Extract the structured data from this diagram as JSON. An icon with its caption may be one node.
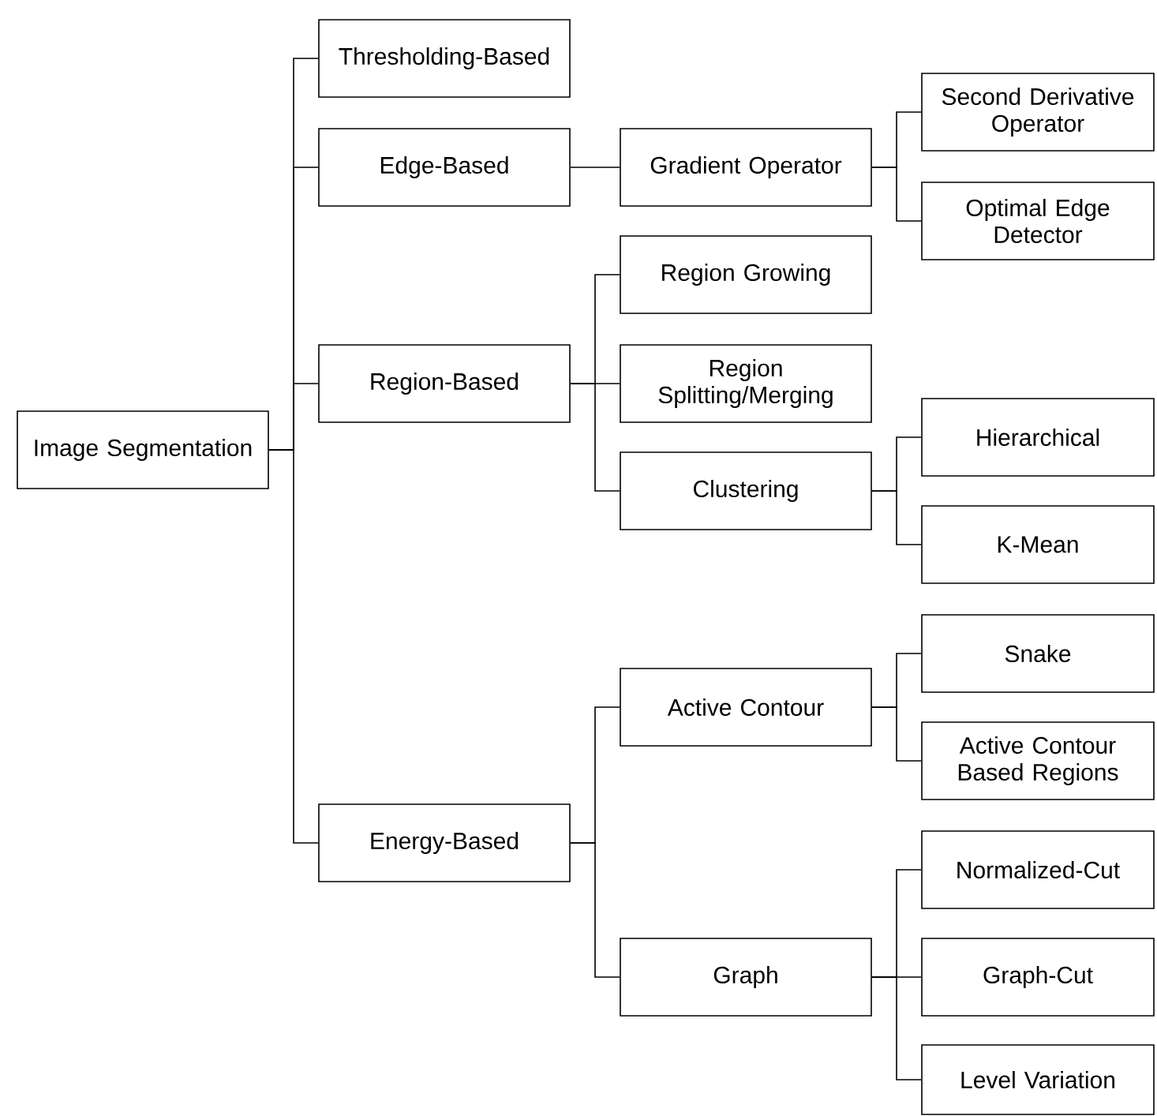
{
  "diagram": {
    "nodes": [
      {
        "text": [
          "Image Segmentation"
        ]
      },
      {
        "text": [
          "Thresholding-Based"
        ]
      },
      {
        "text": [
          "Edge-Based"
        ]
      },
      {
        "text": [
          "Gradient Operator"
        ]
      },
      {
        "text": [
          "Second Derivative Operator"
        ]
      },
      {
        "text": [
          "Optimal Edge Detector"
        ]
      },
      {
        "text": [
          "Region-Based"
        ]
      },
      {
        "text": [
          "Region Growing"
        ]
      },
      {
        "text": [
          "Region Splitting/Merging"
        ]
      },
      {
        "text": [
          "Clustering"
        ]
      },
      {
        "text": [
          "Hierarchical"
        ]
      },
      {
        "text": [
          "K-Mean"
        ]
      },
      {
        "text": [
          "Energy-Based"
        ]
      },
      {
        "text": [
          "Active Contour"
        ]
      },
      {
        "text": [
          "Snake"
        ]
      },
      {
        "text": [
          "Active Contour Based Regions"
        ]
      },
      {
        "text": [
          "Graph"
        ]
      },
      {
        "text": [
          "Normalized-Cut"
        ]
      },
      {
        "text": [
          "Graph-Cut"
        ]
      },
      {
        "text": [
          "Level Variation"
        ]
      }
    ],
    "edges": [
      {
        "from": 0,
        "to": 1,
        "arrow": "none"
      },
      {
        "from": 0,
        "to": 2,
        "arrow": "none"
      },
      {
        "from": 0,
        "to": 6,
        "arrow": "none"
      },
      {
        "from": 0,
        "to": 12,
        "arrow": "none"
      },
      {
        "from": 2,
        "to": 3,
        "arrow": "none"
      },
      {
        "from": 3,
        "to": 4,
        "arrow": "none"
      },
      {
        "from": 3,
        "to": 5,
        "arrow": "none"
      },
      {
        "from": 6,
        "to": 7,
        "arrow": "none"
      },
      {
        "from": 6,
        "to": 8,
        "arrow": "none"
      },
      {
        "from": 6,
        "to": 9,
        "arrow": "none"
      },
      {
        "from": 9,
        "to": 10,
        "arrow": "none"
      },
      {
        "from": 9,
        "to": 11,
        "arrow": "none"
      },
      {
        "from": 12,
        "to": 13,
        "arrow": "none"
      },
      {
        "from": 12,
        "to": 16,
        "arrow": "none"
      },
      {
        "from": 13,
        "to": 14,
        "arrow": "none"
      },
      {
        "from": 13,
        "to": 15,
        "arrow": "none"
      },
      {
        "from": 16,
        "to": 17,
        "arrow": "none"
      },
      {
        "from": 16,
        "to": 18,
        "arrow": "none"
      },
      {
        "from": 16,
        "to": 19,
        "arrow": "none"
      }
    ]
  }
}
